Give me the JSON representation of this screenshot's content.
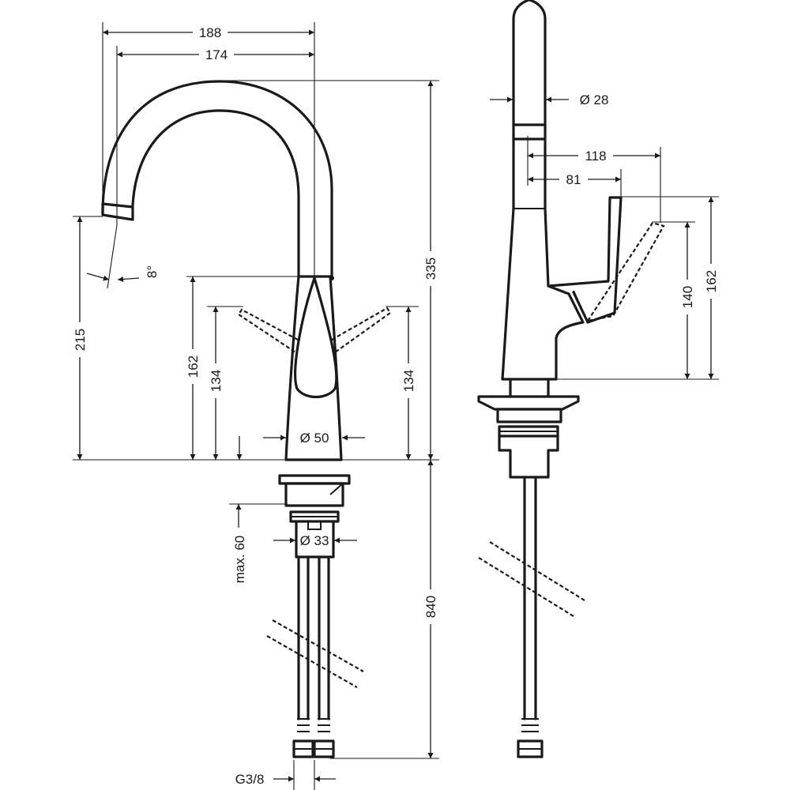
{
  "colors": {
    "line": "#1a1a1a",
    "background": "#ffffff"
  },
  "front_view": {
    "dimensions": {
      "overall_width": "188",
      "spout_reach": "174",
      "total_height": "335",
      "spout_outlet_height": "215",
      "spout_angle": "8°",
      "handle_height": "162",
      "handle_height_left": "134",
      "handle_height_right": "134",
      "body_diameter": "Ø 50",
      "below_deck_length": "840",
      "shank_diameter": "Ø 33",
      "max_counter_thickness": "max. 60",
      "connection_thread": "G3/8"
    }
  },
  "side_view": {
    "dimensions": {
      "spout_diameter": "Ø 28",
      "handle_reach_open": "118",
      "handle_reach_closed": "81",
      "handle_height_open": "140",
      "handle_height_closed": "162"
    }
  }
}
